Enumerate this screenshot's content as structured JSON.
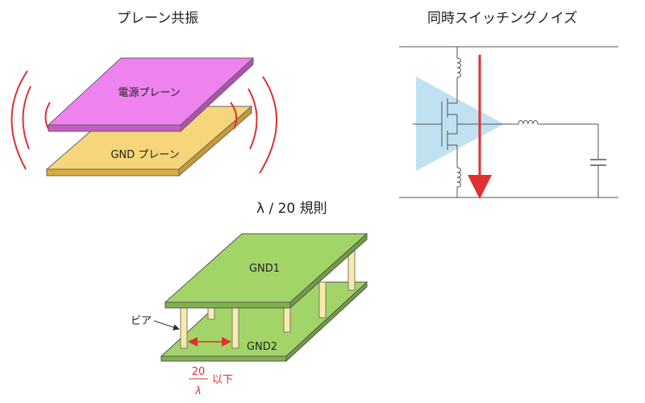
{
  "titles": {
    "plane_resonance": "プレーン共振",
    "ssn": "同時スイッチングノイズ",
    "lambda_rule": "λ / 20 規則"
  },
  "plane_labels": {
    "power": "電源プレーン",
    "gnd": "GND プレーン"
  },
  "stack_labels": {
    "gnd1": "GND1",
    "gnd2": "GND2",
    "via": "ビア"
  },
  "spacing_label": {
    "numerator": "20",
    "denominator": "λ",
    "suffix": "以下"
  },
  "colors": {
    "power_plane": "#ee82ee",
    "gnd_plane": "#f7d57a",
    "green_board": "#a3d468",
    "via": "#f7ebab",
    "red": "#e03030",
    "triangle": "#b5dcf0"
  }
}
